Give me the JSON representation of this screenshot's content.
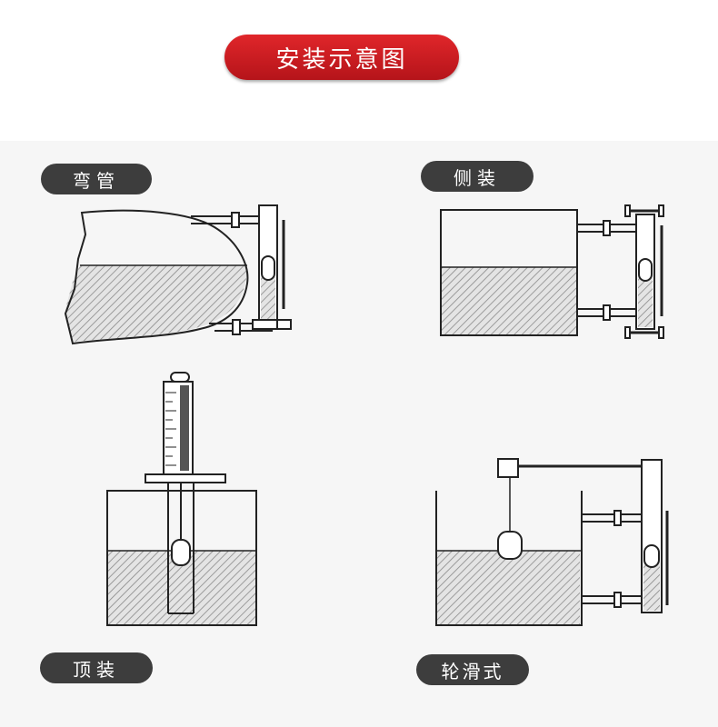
{
  "title": "安装示意图",
  "labels": {
    "bend": "弯管",
    "side": "侧装",
    "top": "顶装",
    "pulley": "轮滑式"
  },
  "colors": {
    "title_bg": "#d01e24",
    "label_bg": "#3d3d3d",
    "line": "#222222",
    "liquid": "#e3e3e3"
  }
}
